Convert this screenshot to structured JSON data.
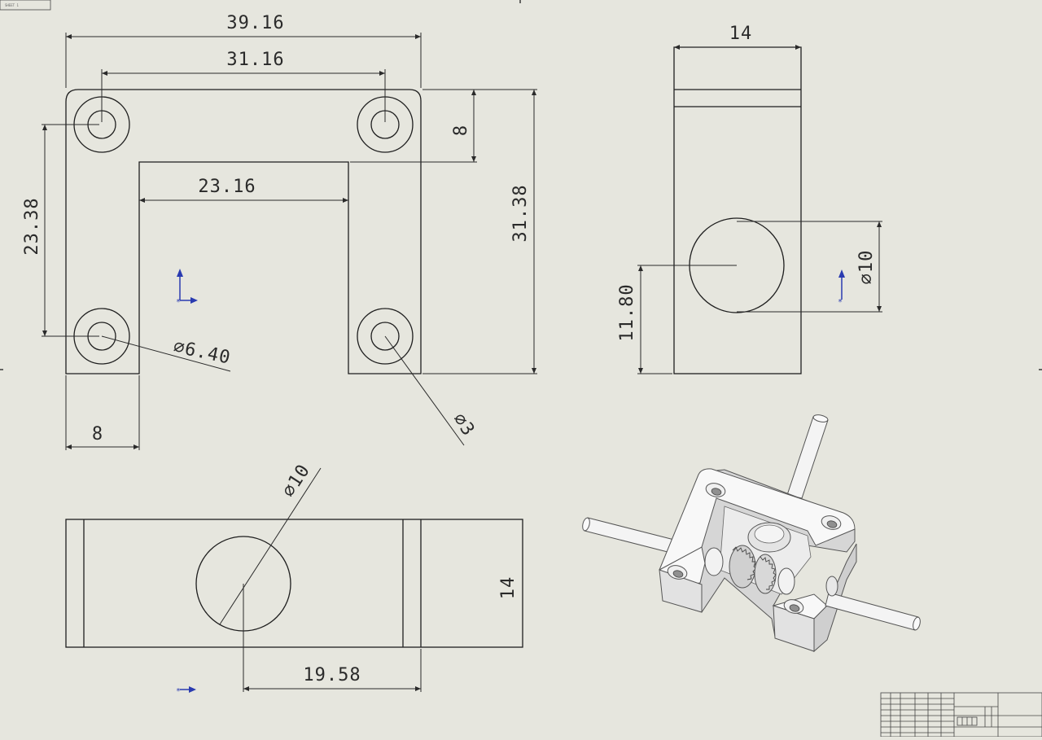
{
  "sheet": {
    "corner_tag": "SHEET 1"
  },
  "top_view": {
    "dimensions": {
      "overall_width": "39.16",
      "hole_spacing": "31.16",
      "inner_width": "23.16",
      "hole_vertical_spacing": "23.38",
      "top_band_height": "8",
      "overall_height": "31.38",
      "leg_width": "8",
      "counterbore_dia": "⌀6.40",
      "hole_dia": "⌀3"
    }
  },
  "side_view": {
    "dimensions": {
      "width": "14",
      "bore_height": "11.80",
      "bore_dia": "⌀10"
    }
  },
  "front_view": {
    "dimensions": {
      "bore_dia": "⌀10",
      "height": "14",
      "bore_offset": "19.58"
    }
  },
  "iso_view": {
    "description_visible": ""
  }
}
